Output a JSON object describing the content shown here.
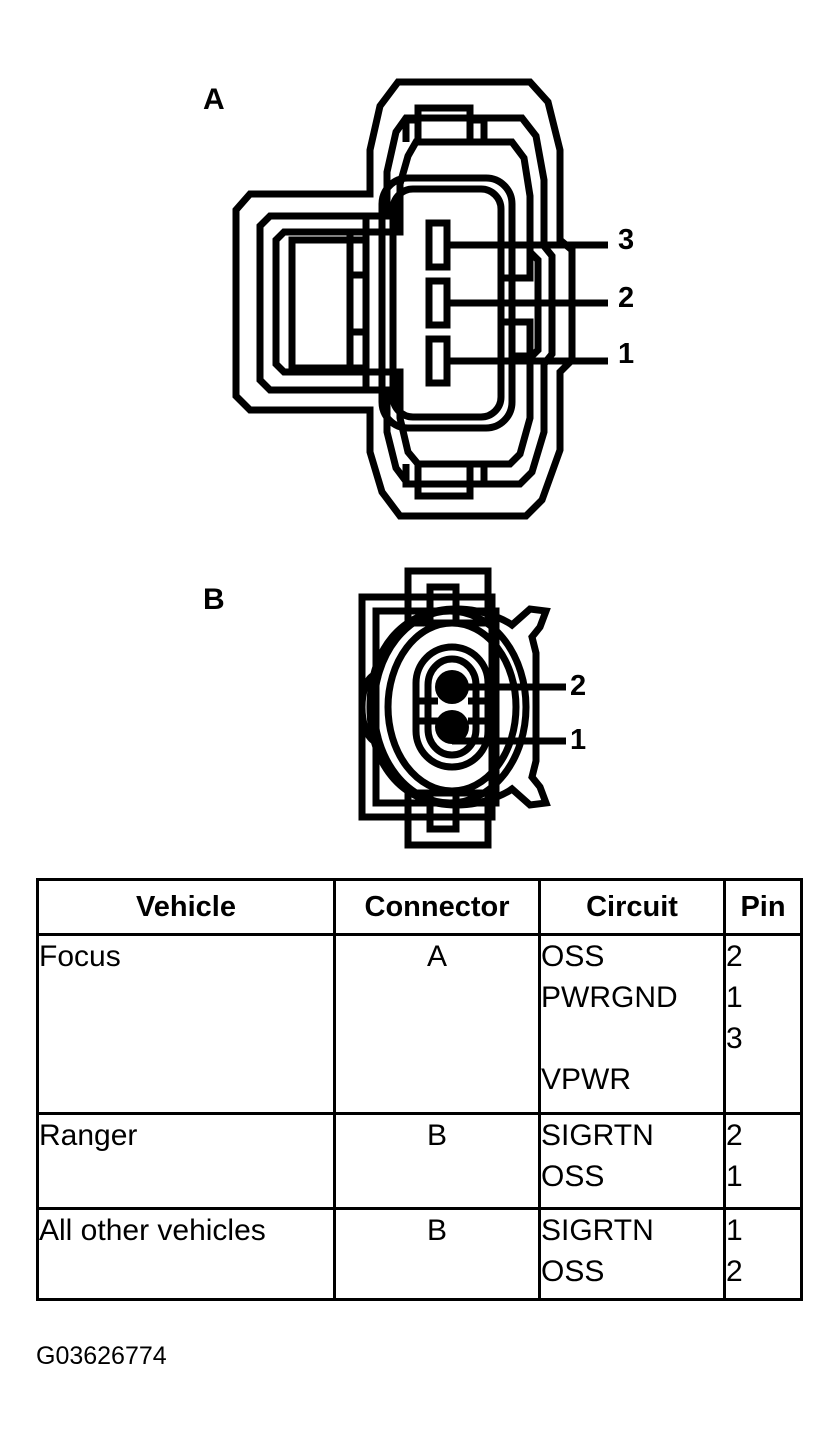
{
  "figure": {
    "code": "G03626774",
    "connectors": [
      {
        "label": "A",
        "type": "3-pin rectangular blade connector",
        "pins": [
          {
            "number": "3"
          },
          {
            "number": "2"
          },
          {
            "number": "1"
          }
        ]
      },
      {
        "label": "B",
        "type": "2-pin round connector",
        "pins": [
          {
            "number": "2"
          },
          {
            "number": "1"
          }
        ]
      }
    ]
  },
  "table": {
    "headers": [
      "Vehicle",
      "Connector",
      "Circuit",
      "Pin"
    ],
    "rows": [
      {
        "vehicle": "Focus",
        "connector": "A",
        "circuit": "OSS\nPWRGND\n\nVPWR",
        "pin": "2\n1\n3"
      },
      {
        "vehicle": "Ranger",
        "connector": "B",
        "circuit": "SIGRTN\nOSS",
        "pin": "2\n1"
      },
      {
        "vehicle": "All other vehicles",
        "connector": "B",
        "circuit": "SIGRTN\nOSS",
        "pin": "1\n2"
      }
    ]
  },
  "colors": {
    "ink": "#000000",
    "paper": "#ffffff"
  }
}
